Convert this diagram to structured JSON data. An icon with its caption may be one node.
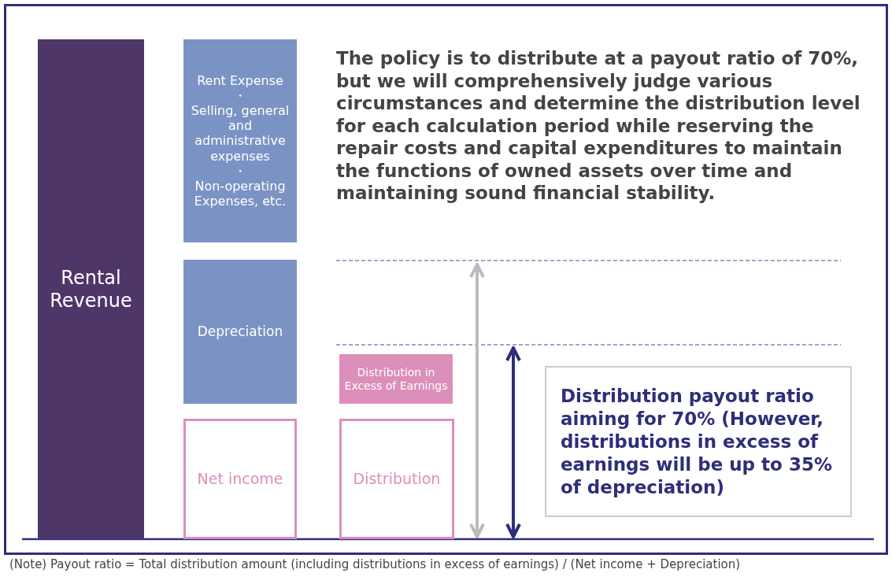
{
  "diagram": {
    "caption": "(Note) Payout ratio = Total distribution amount (including distributions in excess of earnings) / (Net income + Depreciation)",
    "nodes": [
      {
        "text": [
          "Rental Revenue"
        ]
      },
      {
        "text": [
          "Rent Expense",
          "・",
          "Selling, general and administrative expenses",
          "・",
          "Non-operating Expenses, etc."
        ]
      },
      {
        "text": [
          "Depreciation"
        ]
      },
      {
        "text": [
          "Net income"
        ]
      },
      {
        "text": [
          "Distribution in Excess of Earnings"
        ]
      },
      {
        "text": [
          "Distribution"
        ]
      },
      {
        "text": [
          "Distribution payout ratio aiming for 70% (However, distributions in excess of earnings will be up to 35% of depreciation)"
        ]
      }
    ],
    "labels": [
      "The policy is to distribute at a payout ratio of 70%, but we will comprehensively judge various circumstances and determine the distribution level for each calculation period while reserving the repair costs and capital expenditures to maintain the functions of owned assets over time and maintaining sound financial stability."
    ]
  }
}
